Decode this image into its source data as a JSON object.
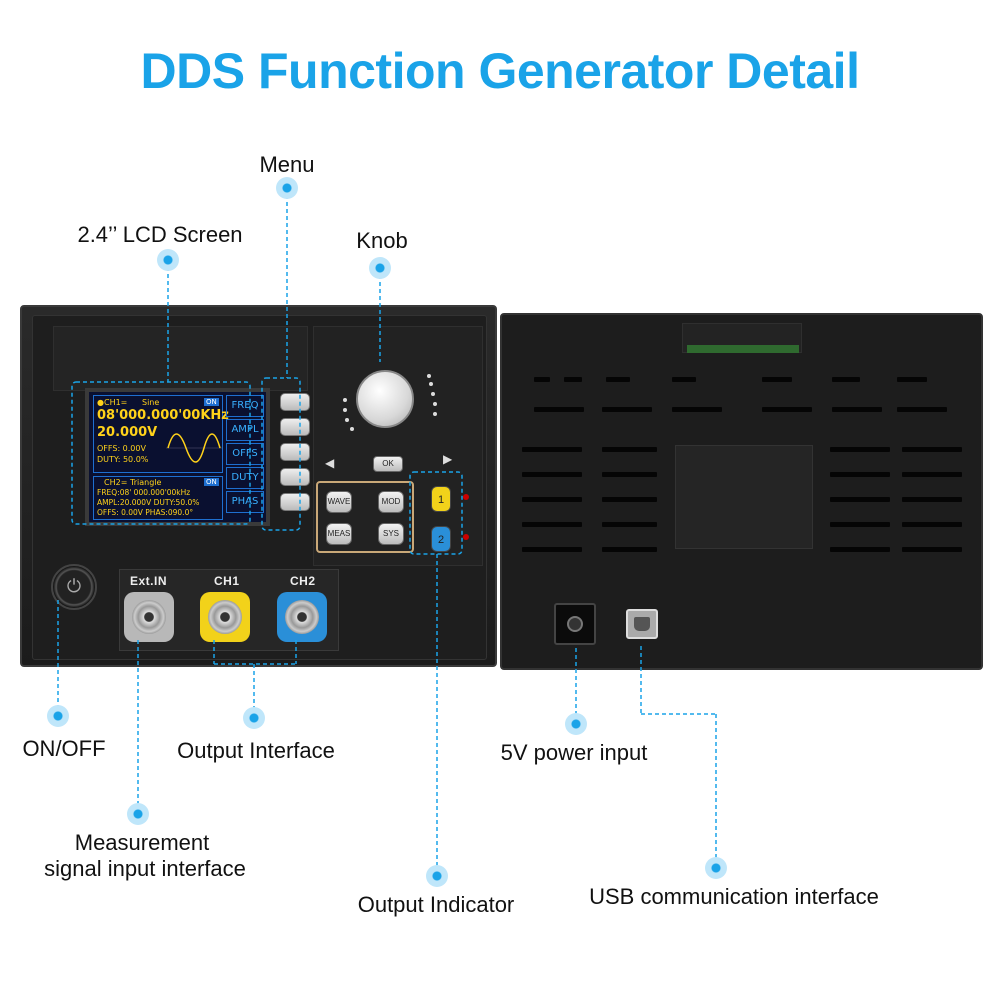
{
  "title": "DDS Function Generator Detail",
  "callouts": {
    "menu": "Menu",
    "lcd": "2.4’’ LCD Screen",
    "knob": "Knob",
    "onoff": "ON/OFF",
    "output_interface": "Output Interface",
    "power_input": "5V power input",
    "measurement_line1": "Measurement",
    "measurement_line2": "signal input interface",
    "output_indicator": "Output Indicator",
    "usb": "USB communication interface"
  },
  "lcd": {
    "ch1_header": "●CH1=",
    "ch1_wave": "Sine",
    "ch1_on": "ON",
    "ch1_freq": "08'000.000'00KHz",
    "ch1_ampl": "20.000V",
    "ch1_offs": "OFFS:  0.00V",
    "ch1_duty": "DUTY:  50.0%",
    "ch2_header": "CH2=",
    "ch2_wave": "Triangle",
    "ch2_on": "ON",
    "ch2_freq": "FREQ:08' 000.000'00kHz",
    "ch2_ampl": "AMPL:20.000V  DUTY:50.0%",
    "ch2_offs": "OFFS: 0.00V  PHAS:090.0°",
    "side_keys": [
      "FREQ",
      "AMPL",
      "OFFS",
      "DUTY",
      "PHAS"
    ]
  },
  "buttons": {
    "ok": "OK",
    "wave": "WAVE",
    "mod": "MOD",
    "meas": "MEAS",
    "sys": "SYS",
    "ch1": "1",
    "ch2": "2",
    "left_arrow": "◀",
    "right_arrow": "▶",
    "power_icon": "⏻"
  },
  "connectors": {
    "ext_in": "Ext.IN",
    "ch1": "CH1",
    "ch2": "CH2"
  },
  "colors": {
    "accent": "#1aa3e8",
    "ch1_yellow": "#f2d21a",
    "ch2_blue": "#2a8fd8"
  }
}
